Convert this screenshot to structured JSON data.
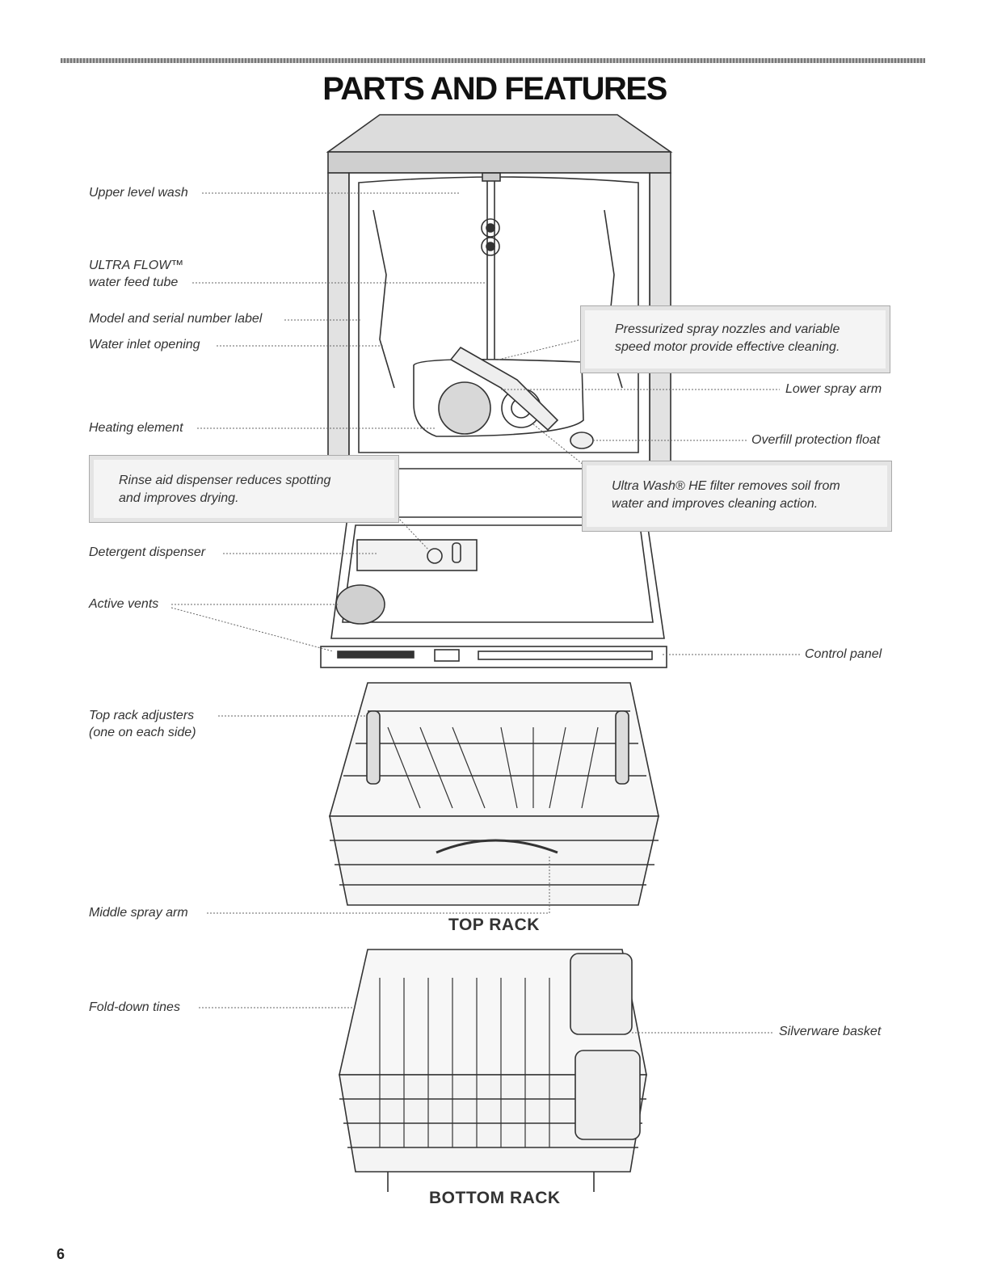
{
  "page": {
    "title": "PARTS AND FEATURES",
    "page_number": "6"
  },
  "labels": {
    "upper_level_wash": "Upper level wash",
    "ultra_flow_line1": "ULTRA FLOW™",
    "ultra_flow_line2": "water feed tube",
    "model_serial": "Model and serial number label",
    "water_inlet": "Water inlet opening",
    "heating_element": "Heating element",
    "detergent_dispenser": "Detergent dispenser",
    "active_vents": "Active vents",
    "lower_spray_arm": "Lower spray arm",
    "overfill_float": "Overfill protection float",
    "control_panel": "Control panel",
    "top_rack_adjusters_line1": "Top rack adjusters",
    "top_rack_adjusters_line2": "(one on each side)",
    "middle_spray_arm": "Middle spray arm",
    "fold_down_tines": "Fold-down tines",
    "silverware_basket": "Silverware basket"
  },
  "callouts": {
    "pressurized_line1": "Pressurized spray nozzles and variable",
    "pressurized_line2": "speed motor provide effective cleaning.",
    "rinse_line1": "Rinse aid dispenser reduces spotting",
    "rinse_line2": "and improves drying.",
    "filter_line1": "Ultra Wash® HE filter removes soil from",
    "filter_line2": "water and improves cleaning action."
  },
  "racks": {
    "top": "TOP RACK",
    "bottom": "BOTTOM RACK"
  }
}
